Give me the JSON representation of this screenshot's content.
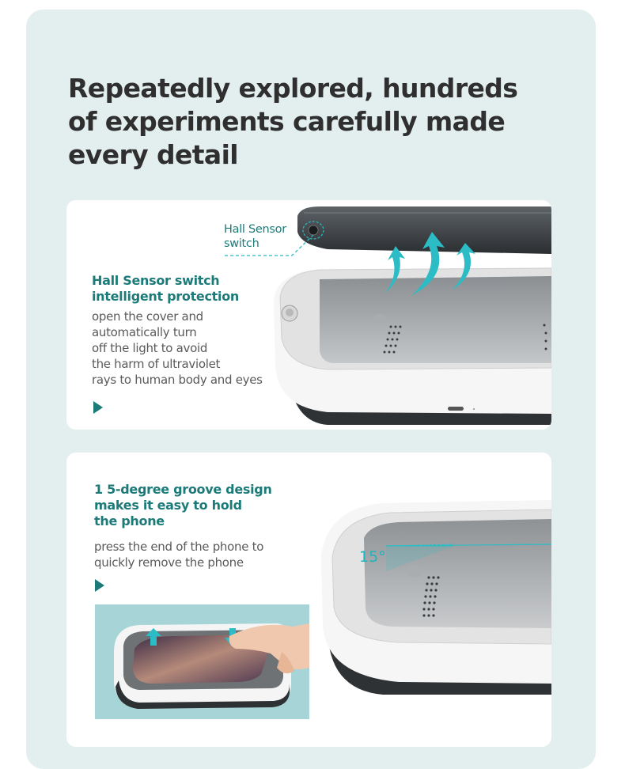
{
  "headline": "Repeatedly explored, hundreds\nof experiments carefully made\nevery detail",
  "feature1": {
    "annotation": "Hall Sensor\n switch",
    "title": "Hall Sensor switch\nintelligent protection",
    "body": "open the cover and\nautomatically turn\noff the light to avoid\nthe harm of ultraviolet\nrays to human body and eyes"
  },
  "feature2": {
    "title": "1 5-degree groove design\nmakes it easy to  hold\nthe phone",
    "body": "press the end of the phone to\nquickly remove the phone",
    "angle_label": "15°"
  },
  "icons": {
    "play_1": "play-icon",
    "play_2": "play-icon",
    "arrows": "up-arrow-icon"
  },
  "colors": {
    "panel_bg": "#e3efee",
    "accent": "#1c7a78",
    "arrow": "#2bbcc5",
    "headline": "#2f2f30"
  }
}
